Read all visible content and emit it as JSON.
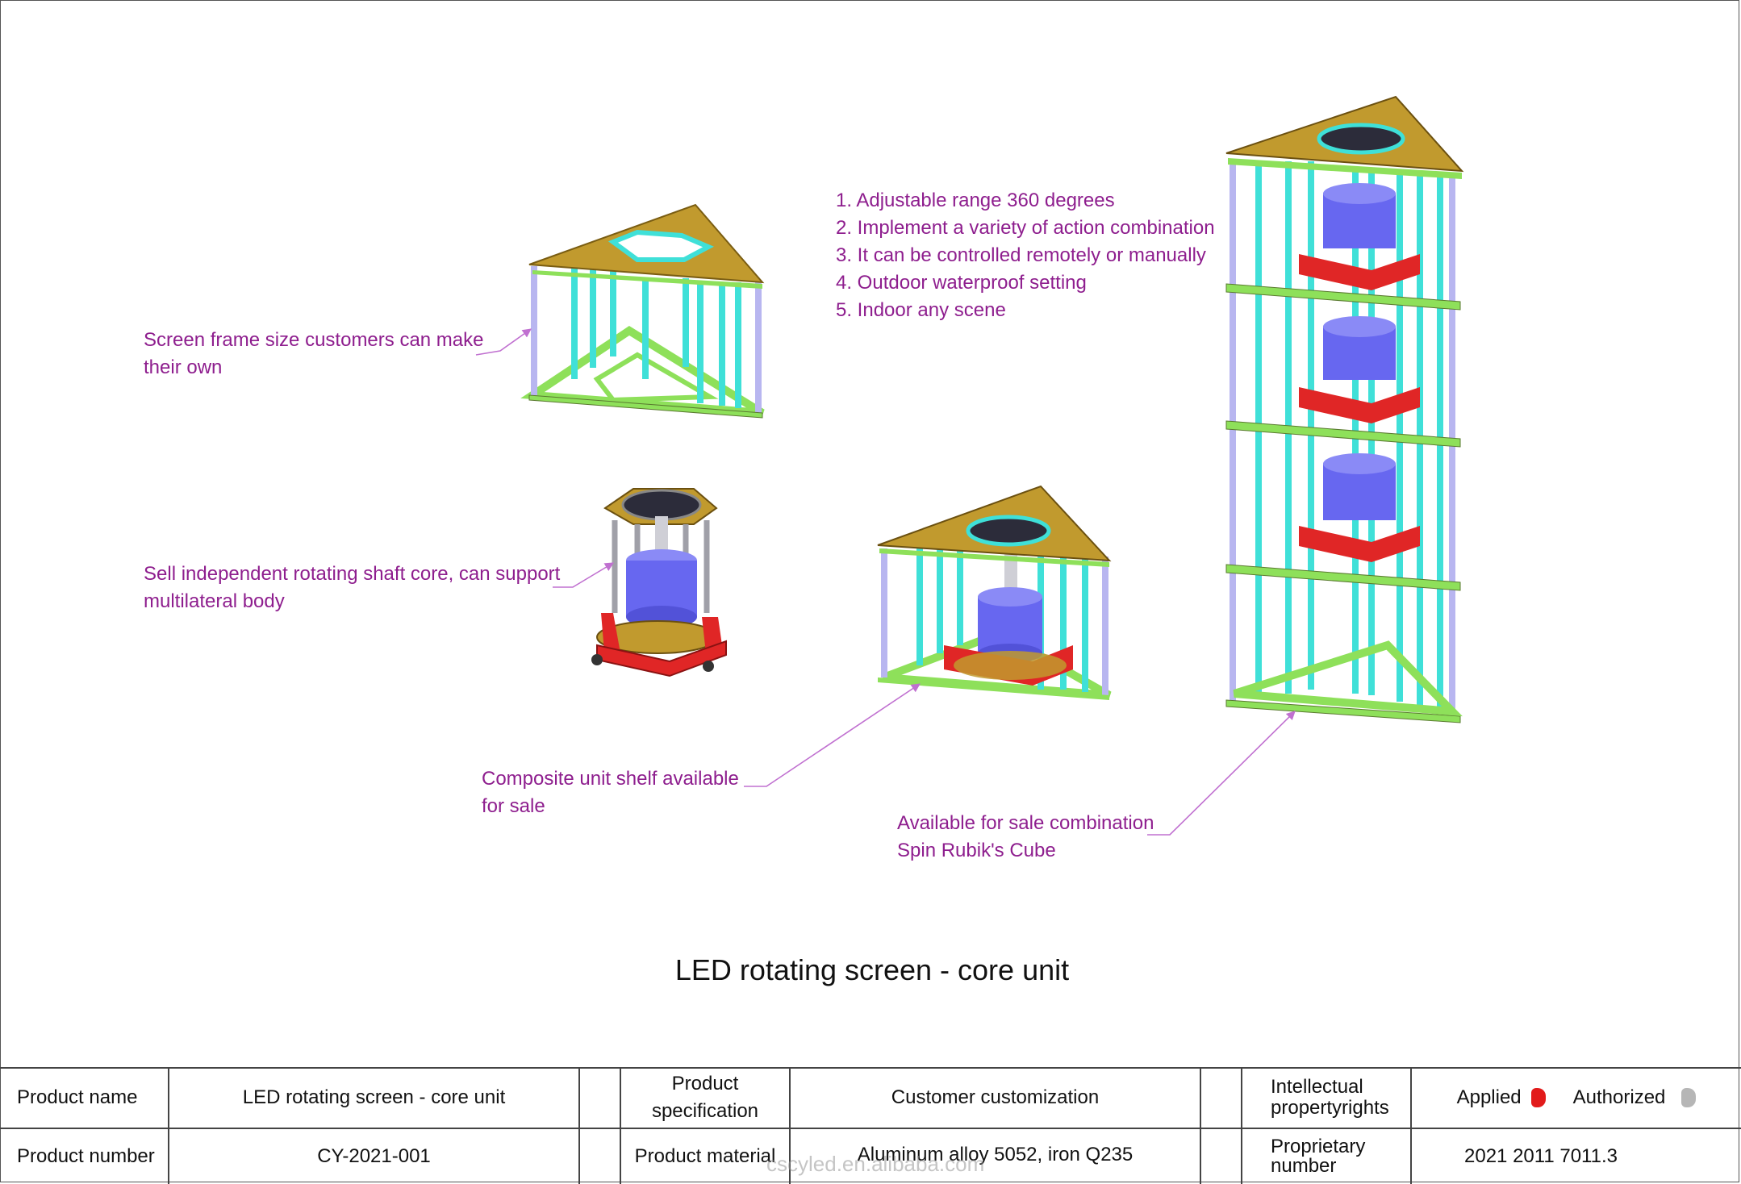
{
  "title": "LED rotating screen - core unit",
  "features": [
    "1. Adjustable range 360 degrees",
    "2. Implement a variety of action combination",
    "3. It can be controlled remotely or manually",
    "4. Outdoor waterproof setting",
    "5. Indoor any scene"
  ],
  "callouts": {
    "frame": [
      "Screen frame size customers can make",
      "their own"
    ],
    "core": [
      "Sell independent rotating shaft core, can support",
      "multilateral body"
    ],
    "composite": [
      "Composite unit shelf available",
      "for sale"
    ],
    "combination": [
      "Available for sale combination",
      "Spin Rubik's Cube"
    ]
  },
  "table": {
    "product_name_label": "Product name",
    "product_name_value": "LED rotating screen - core unit",
    "product_number_label": "Product number",
    "product_number_value": "CY-2021-001",
    "spec_label_1": "Product",
    "spec_label_2": "specification",
    "spec_value": "Customer customization",
    "material_label": "Product material",
    "material_value": "Aluminum alloy 5052, iron Q235",
    "ip_label_1": "Intellectual",
    "ip_label_2": "propertyrights",
    "applied_label": "Applied",
    "authorized_label": "Authorized",
    "proprietary_label_1": "Proprietary",
    "proprietary_label_2": "number",
    "proprietary_value": "2021 2011 7011.3"
  },
  "watermark": "cscyled.en.alibaba.com",
  "colors": {
    "annotation": "#8e1e8e",
    "plate": "#c19a2e",
    "green_frame": "#8ee05a",
    "cyan_post": "#3fe0d8",
    "lavender_post": "#b8b6f0",
    "motor": "#6767f0",
    "base": "#e02626"
  }
}
